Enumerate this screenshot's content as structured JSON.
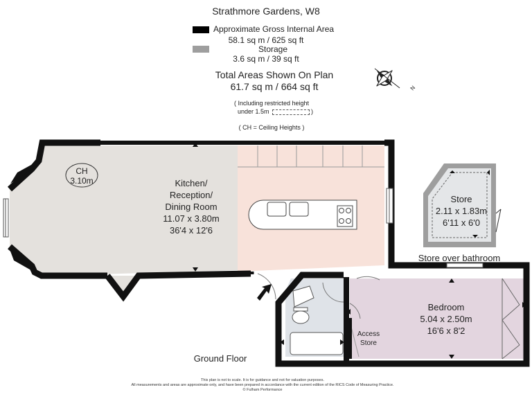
{
  "title": "Strathmore Gardens, W8",
  "legend": {
    "gia_label": "Approximate Gross Internal Area",
    "gia_value": "58.1 sq m  /  625 sq ft",
    "gia_color": "#000000",
    "storage_label": "Storage",
    "storage_value": "3.6 sq m  /  39 sq ft",
    "storage_color": "#9e9e9e"
  },
  "total": {
    "label": "Total Areas Shown On Plan",
    "value": "61.7 sq m  /  664 sq ft"
  },
  "notes": {
    "restricted_line1": "( Including restricted height",
    "restricted_line2": "under 1.5m",
    "restricted_close": ")",
    "ceiling": "( CH = Ceiling Heights )"
  },
  "compass": {
    "icon": "compass-rose-icon",
    "label": "N"
  },
  "rooms": {
    "kitchen": {
      "name_line1": "Kitchen/",
      "name_line2": "Reception/",
      "name_line3": "Dining Room",
      "metric": "11.07 x 3.80m",
      "imperial": "36'4 x 12'6",
      "fill": "#e4e1dd",
      "kitchen_fill": "#f8e2da"
    },
    "ch_badge": {
      "line1": "CH",
      "line2": "3.10m"
    },
    "bedroom": {
      "name": "Bedroom",
      "metric": "5.04 x 2.50m",
      "imperial": "16'6 x 8'2",
      "fill": "#e3d5df"
    },
    "bathroom": {
      "fill": "#dfe3e8"
    },
    "access_store": {
      "line1": "Access",
      "line2": "Store"
    },
    "store": {
      "name": "Store",
      "metric": "2.11 x 1.83m",
      "imperial": "6'11 x 6'0",
      "caption": "Store over bathroom",
      "fill": "#e4e6e8"
    }
  },
  "floor_label": "Ground Floor",
  "footer": {
    "line1": "This plan is not to scale. It is for guidance and not for valuation purposes.",
    "line2": "All measurements and areas are approximate only, and have been prepared in accordance with the current edition of the RICS Code of Measuring Practice.",
    "line3": "© Fulham Performance"
  }
}
